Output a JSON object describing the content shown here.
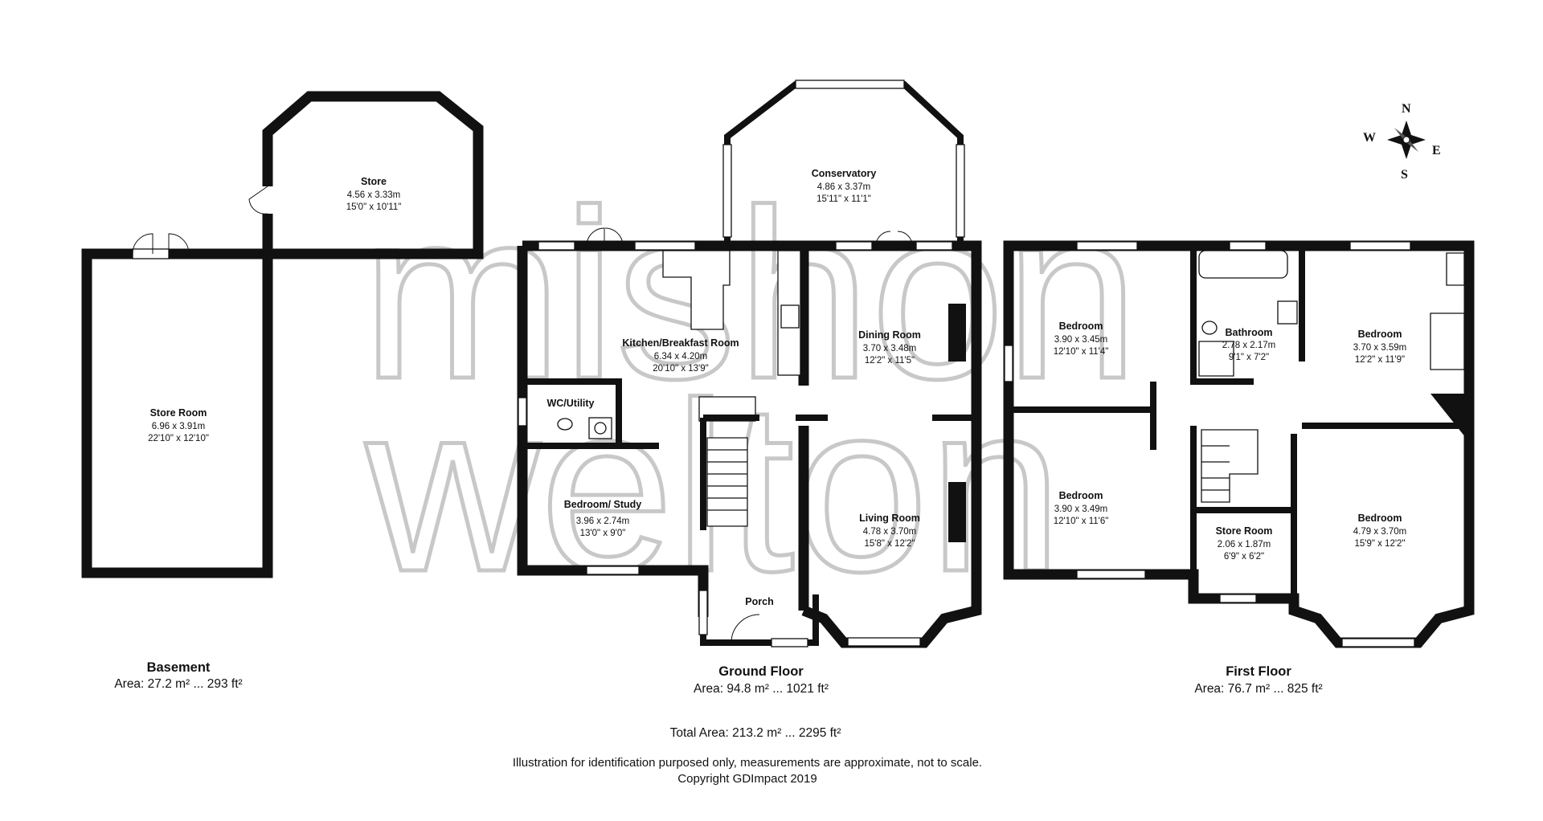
{
  "brand": {
    "watermark_line1": "mishon",
    "watermark_line2": "welton"
  },
  "compass": {
    "n": "N",
    "e": "E",
    "s": "S",
    "w": "W"
  },
  "floors": {
    "basement": {
      "title": "Basement",
      "area": "Area: 27.2 m² ... 293 ft²"
    },
    "ground": {
      "title": "Ground Floor",
      "area": "Area: 94.8 m² ... 1021 ft²"
    },
    "first": {
      "title": "First Floor",
      "area": "Area: 76.7 m² ... 825 ft²"
    }
  },
  "rooms": {
    "store": {
      "name": "Store",
      "metric": "4.56 x 3.33m",
      "imperial": "15'0\" x 10'11\""
    },
    "store_room": {
      "name": "Store Room",
      "metric": "6.96 x 3.91m",
      "imperial": "22'10\" x 12'10\""
    },
    "conservatory": {
      "name": "Conservatory",
      "metric": "4.86 x 3.37m",
      "imperial": "15'11\" x 11'1\""
    },
    "kitchen": {
      "name": "Kitchen/Breakfast Room",
      "metric": "6.34 x 4.20m",
      "imperial": "20'10\" x 13'9\""
    },
    "dining": {
      "name": "Dining Room",
      "metric": "3.70 x 3.48m",
      "imperial": "12'2\" x 11'5\""
    },
    "wc": {
      "name": "WC/Utility"
    },
    "bedroom_study": {
      "name": "Bedroom/ Study",
      "metric": "3.96 x 2.74m",
      "imperial": "13'0\" x 9'0\""
    },
    "living": {
      "name": "Living Room",
      "metric": "4.78 x 3.70m",
      "imperial": "15'8\" x 12'2\""
    },
    "porch": {
      "name": "Porch"
    },
    "bed_1": {
      "name": "Bedroom",
      "metric": "3.90 x 3.45m",
      "imperial": "12'10\" x 11'4\""
    },
    "bathroom": {
      "name": "Bathroom",
      "metric": "2.78 x 2.17m",
      "imperial": "9'1\" x 7'2\""
    },
    "bed_2": {
      "name": "Bedroom",
      "metric": "3.70 x 3.59m",
      "imperial": "12'2\" x 11'9\""
    },
    "bed_3": {
      "name": "Bedroom",
      "metric": "3.90 x 3.49m",
      "imperial": "12'10\" x 11'6\""
    },
    "first_store": {
      "name": "Store Room",
      "metric": "2.06 x 1.87m",
      "imperial": "6'9\" x 6'2\""
    },
    "bed_4": {
      "name": "Bedroom",
      "metric": "4.79 x 3.70m",
      "imperial": "15'9\" x 12'2\""
    }
  },
  "footer": {
    "total_area": "Total Area: 213.2 m² ... 2295 ft²",
    "disclaimer": "Illustration for identification purposed only, measurements are approximate, not to scale.",
    "copyright": "Copyright GDImpact 2019"
  }
}
